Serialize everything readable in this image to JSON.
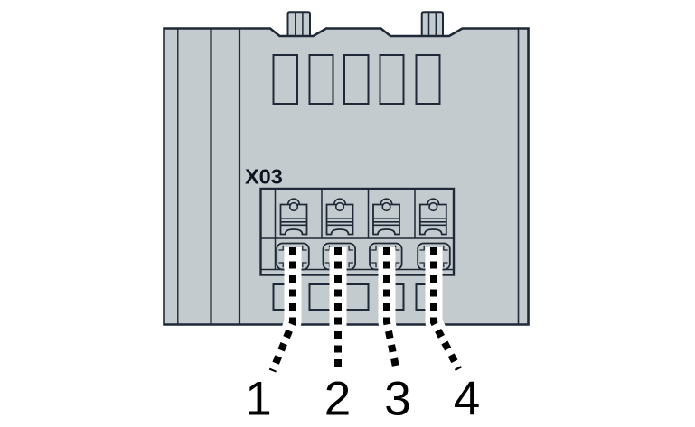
{
  "figure": {
    "type": "terminal-connection-diagram",
    "connector_label": "X03",
    "terminal_numbers": [
      "1",
      "2",
      "3",
      "4"
    ]
  },
  "colors": {
    "background": "#ffffff",
    "module_fill": "#c4cbce",
    "outline": "#1e2836",
    "label_text": "#0d1520",
    "callout_black": "#000000",
    "callout_stripe": "#ffffff"
  }
}
